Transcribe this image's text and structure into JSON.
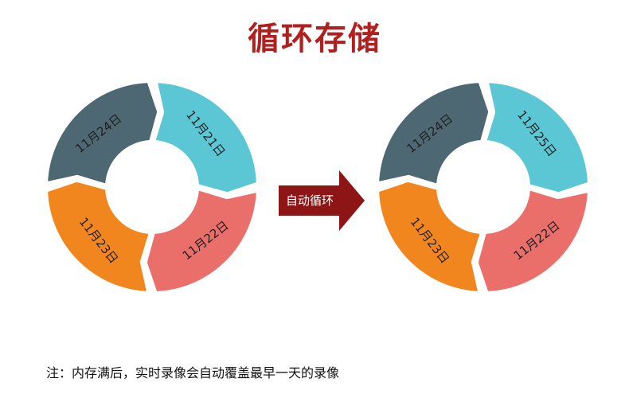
{
  "title": "循环存储",
  "colors": {
    "title": "#b21f1f",
    "dark_slate": "#4e6873",
    "teal": "#5bc6d4",
    "coral": "#ea6e6a",
    "orange": "#f2861e",
    "arrow": "#8e1515",
    "ring_gap": "#ffffff"
  },
  "before_cycle": {
    "segments": [
      {
        "label": "11月24日",
        "color": "dark_slate"
      },
      {
        "label": "11月21日",
        "color": "teal"
      },
      {
        "label": "11月22日",
        "color": "coral"
      },
      {
        "label": "11月23日",
        "color": "orange"
      }
    ]
  },
  "after_cycle": {
    "segments": [
      {
        "label": "11月24日",
        "color": "dark_slate"
      },
      {
        "label": "11月25日",
        "color": "teal"
      },
      {
        "label": "11月22日",
        "color": "coral"
      },
      {
        "label": "11月23日",
        "color": "orange"
      }
    ]
  },
  "arrow": {
    "label": "自动循环",
    "icon": "right-arrow-icon"
  },
  "footnote": "注：内存满后，实时录像会自动覆盖最早一天的录像"
}
